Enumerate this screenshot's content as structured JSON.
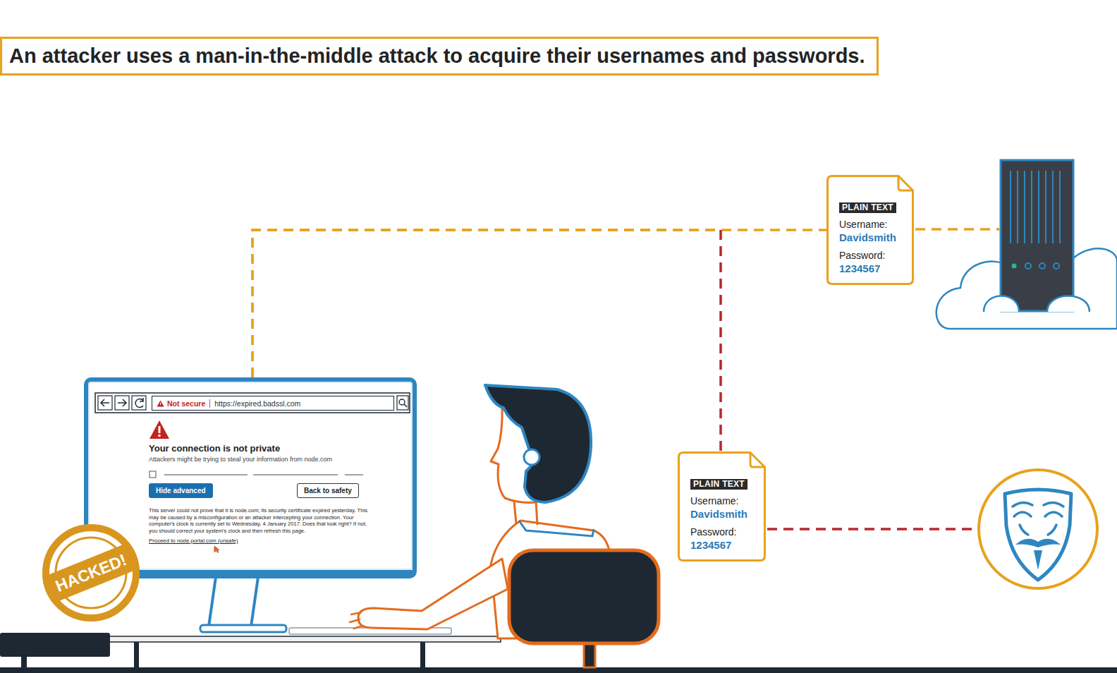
{
  "diagram": {
    "title": "An attacker uses a man-in-the-middle attack to acquire their usernames and passwords.",
    "nodes": [
      {
        "text": [
          "PLAIN TEXT",
          "Username:",
          "Davidsmith",
          "Password:",
          "1234567"
        ]
      },
      {
        "text": [
          "Your connection is not private",
          "Attackers might be trying to steal your information from node.com",
          "This server could not prove that it is node.com; its security certificate expired yesterday. This may be caused by a misconfiguration or an attacker intercepting your connection. Your computer's clock is currently set to Wednesday, 4 January 2017. Does that look right? If not, you should correct your system's clock and then refresh this page.",
          "Proceed to node.portal.com (unsafe)"
        ]
      },
      {
        "text": [
          "Not secure",
          "https://expired.badssl.com"
        ],
        "in": 1
      },
      {
        "text": [
          "Hide advanced"
        ],
        "in": 1
      },
      {
        "text": [
          "Back to safety"
        ],
        "in": 1
      },
      {
        "text": [
          "PLAIN TEXT",
          "Username:",
          "Davidsmith",
          "Password:",
          "1234567"
        ]
      },
      {
        "text": [
          "HACKED!"
        ]
      }
    ],
    "edges": [
      {
        "from": 1,
        "to": 0,
        "arrow": "none"
      },
      {
        "from": 1,
        "to": 5,
        "arrow": "none"
      }
    ]
  }
}
